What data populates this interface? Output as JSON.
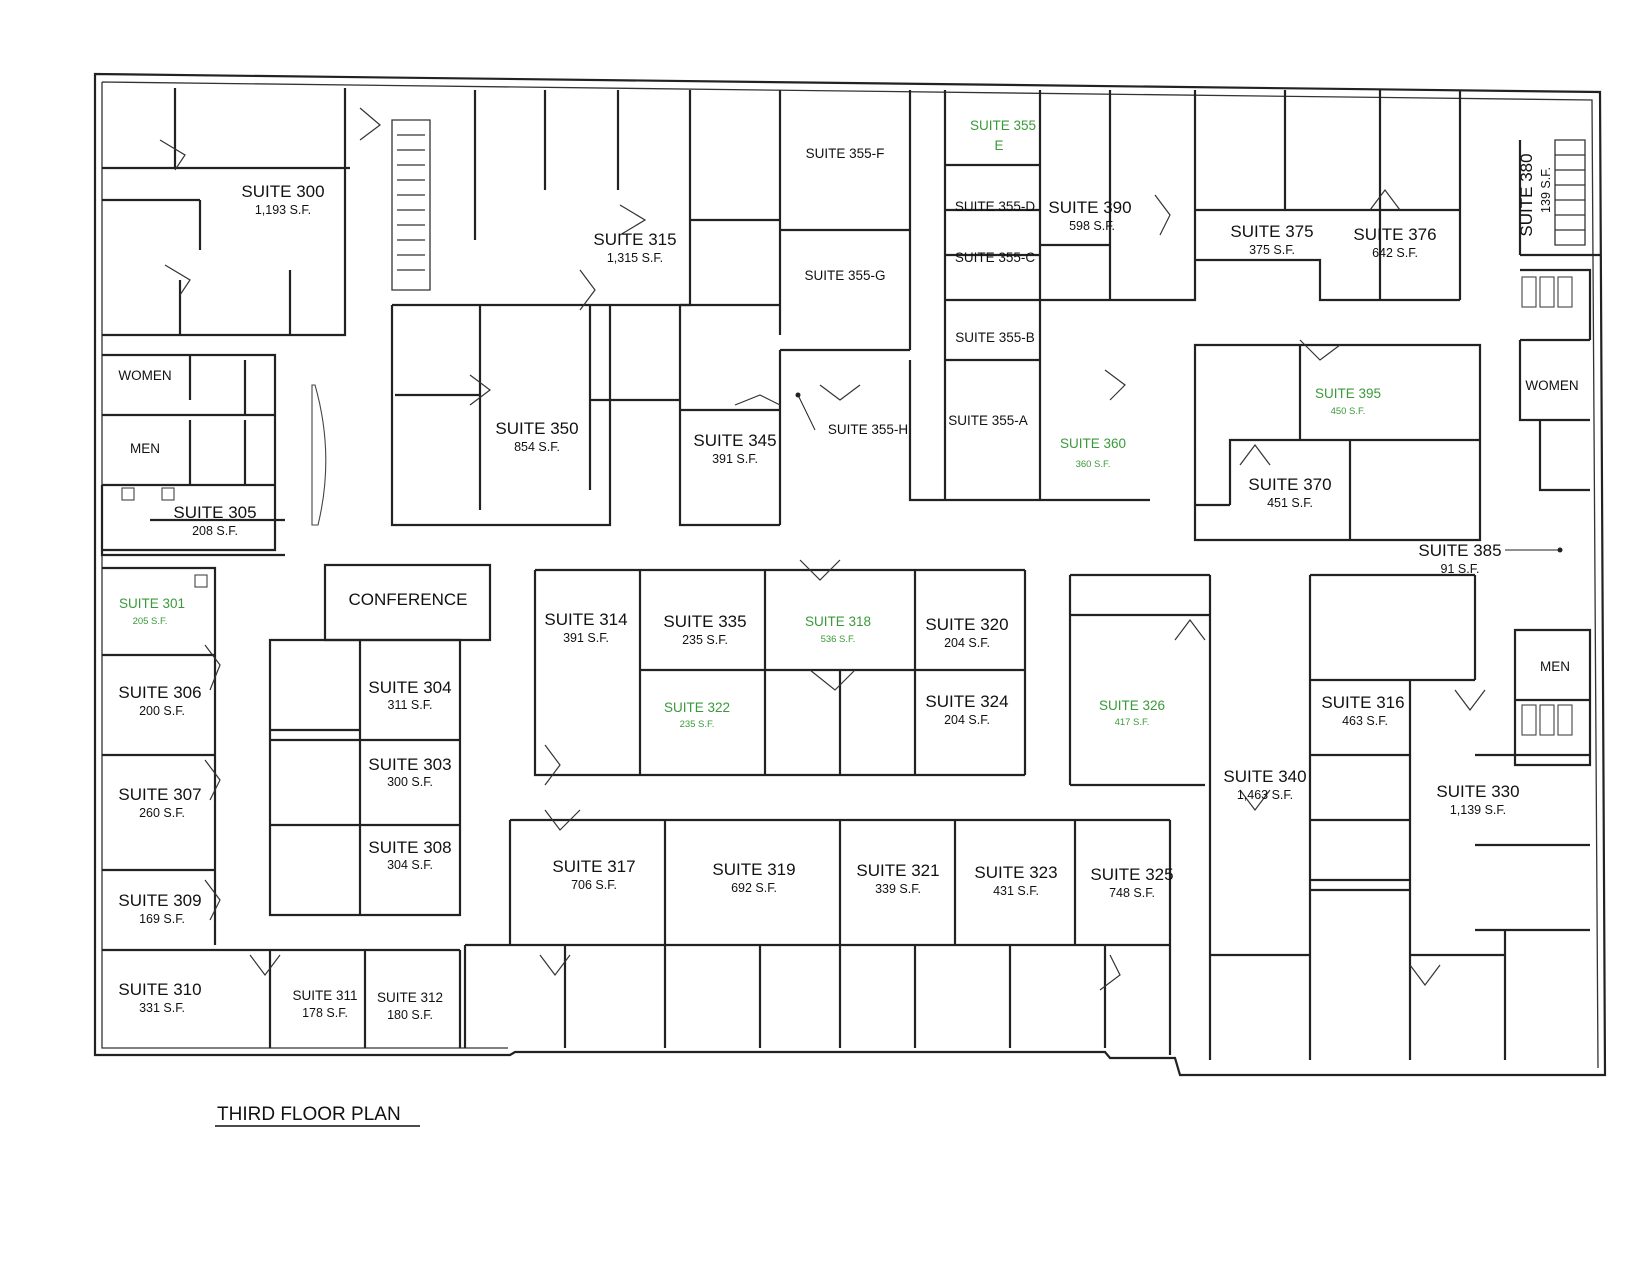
{
  "plan_title": "THIRD FLOOR PLAN",
  "accent_color": "#3a9a3a",
  "rooms": [
    {
      "id": "s300",
      "label": "SUITE 300",
      "sf": "1,193 S.F."
    },
    {
      "id": "s315",
      "label": "SUITE 315",
      "sf": "1,315 S.F."
    },
    {
      "id": "s355f",
      "label": "SUITE 355-F",
      "sf": ""
    },
    {
      "id": "s355e",
      "label": "SUITE 355",
      "sf": "E",
      "highlight": true
    },
    {
      "id": "s355d",
      "label": "SUITE 355-D",
      "sf": ""
    },
    {
      "id": "s355c",
      "label": "SUITE 355-C",
      "sf": ""
    },
    {
      "id": "s355g",
      "label": "SUITE 355-G",
      "sf": ""
    },
    {
      "id": "s355b",
      "label": "SUITE 355-B",
      "sf": ""
    },
    {
      "id": "s355a",
      "label": "SUITE 355-A",
      "sf": ""
    },
    {
      "id": "s355h",
      "label": "SUITE 355-H",
      "sf": ""
    },
    {
      "id": "s390",
      "label": "SUITE 390",
      "sf": "598 S.F."
    },
    {
      "id": "s375",
      "label": "SUITE 375",
      "sf": "375 S.F."
    },
    {
      "id": "s376",
      "label": "SUITE 376",
      "sf": "642 S.F."
    },
    {
      "id": "s380",
      "label": "SUITE 380",
      "sf": "139 S.F."
    },
    {
      "id": "s350",
      "label": "SUITE 350",
      "sf": "854 S.F."
    },
    {
      "id": "s345",
      "label": "SUITE 345",
      "sf": "391 S.F."
    },
    {
      "id": "s360",
      "label": "SUITE 360",
      "sf": "360 S.F.",
      "highlight": true
    },
    {
      "id": "s395",
      "label": "SUITE 395",
      "sf": "450 S.F.",
      "highlight": true
    },
    {
      "id": "s370",
      "label": "SUITE 370",
      "sf": "451 S.F."
    },
    {
      "id": "s385",
      "label": "SUITE 385",
      "sf": "91 S.F."
    },
    {
      "id": "s305",
      "label": "SUITE 305",
      "sf": "208 S.F."
    },
    {
      "id": "s301",
      "label": "SUITE 301",
      "sf": "205 S.F.",
      "highlight": true
    },
    {
      "id": "s306",
      "label": "SUITE 306",
      "sf": "200 S.F."
    },
    {
      "id": "s307",
      "label": "SUITE 307",
      "sf": "260 S.F."
    },
    {
      "id": "s309",
      "label": "SUITE 309",
      "sf": "169 S.F."
    },
    {
      "id": "s310",
      "label": "SUITE 310",
      "sf": "331 S.F."
    },
    {
      "id": "s311",
      "label": "SUITE 311",
      "sf": "178 S.F."
    },
    {
      "id": "s312",
      "label": "SUITE 312",
      "sf": "180 S.F."
    },
    {
      "id": "s304",
      "label": "SUITE 304",
      "sf": "311 S.F."
    },
    {
      "id": "s303",
      "label": "SUITE 303",
      "sf": "300 S.F."
    },
    {
      "id": "s308",
      "label": "SUITE 308",
      "sf": "304 S.F."
    },
    {
      "id": "s314",
      "label": "SUITE 314",
      "sf": "391 S.F."
    },
    {
      "id": "s335",
      "label": "SUITE 335",
      "sf": "235 S.F."
    },
    {
      "id": "s318",
      "label": "SUITE 318",
      "sf": "536 S.F.",
      "highlight": true
    },
    {
      "id": "s320",
      "label": "SUITE 320",
      "sf": "204 S.F."
    },
    {
      "id": "s322",
      "label": "SUITE 322",
      "sf": "235 S.F.",
      "highlight": true
    },
    {
      "id": "s324",
      "label": "SUITE 324",
      "sf": "204 S.F."
    },
    {
      "id": "s326",
      "label": "SUITE 326",
      "sf": "417 S.F.",
      "highlight": true
    },
    {
      "id": "s316",
      "label": "SUITE 316",
      "sf": "463 S.F."
    },
    {
      "id": "s340",
      "label": "SUITE 340",
      "sf": "1,463 S.F."
    },
    {
      "id": "s330",
      "label": "SUITE 330",
      "sf": "1,139 S.F."
    },
    {
      "id": "s317",
      "label": "SUITE 317",
      "sf": "706 S.F."
    },
    {
      "id": "s319",
      "label": "SUITE 319",
      "sf": "692 S.F."
    },
    {
      "id": "s321",
      "label": "SUITE 321",
      "sf": "339 S.F."
    },
    {
      "id": "s323",
      "label": "SUITE 323",
      "sf": "431 S.F."
    },
    {
      "id": "s325",
      "label": "SUITE 325",
      "sf": "748 S.F."
    }
  ],
  "facilities": {
    "women_left": "WOMEN",
    "men_left": "MEN",
    "women_right": "WOMEN",
    "men_right": "MEN",
    "conference": "CONFERENCE"
  }
}
